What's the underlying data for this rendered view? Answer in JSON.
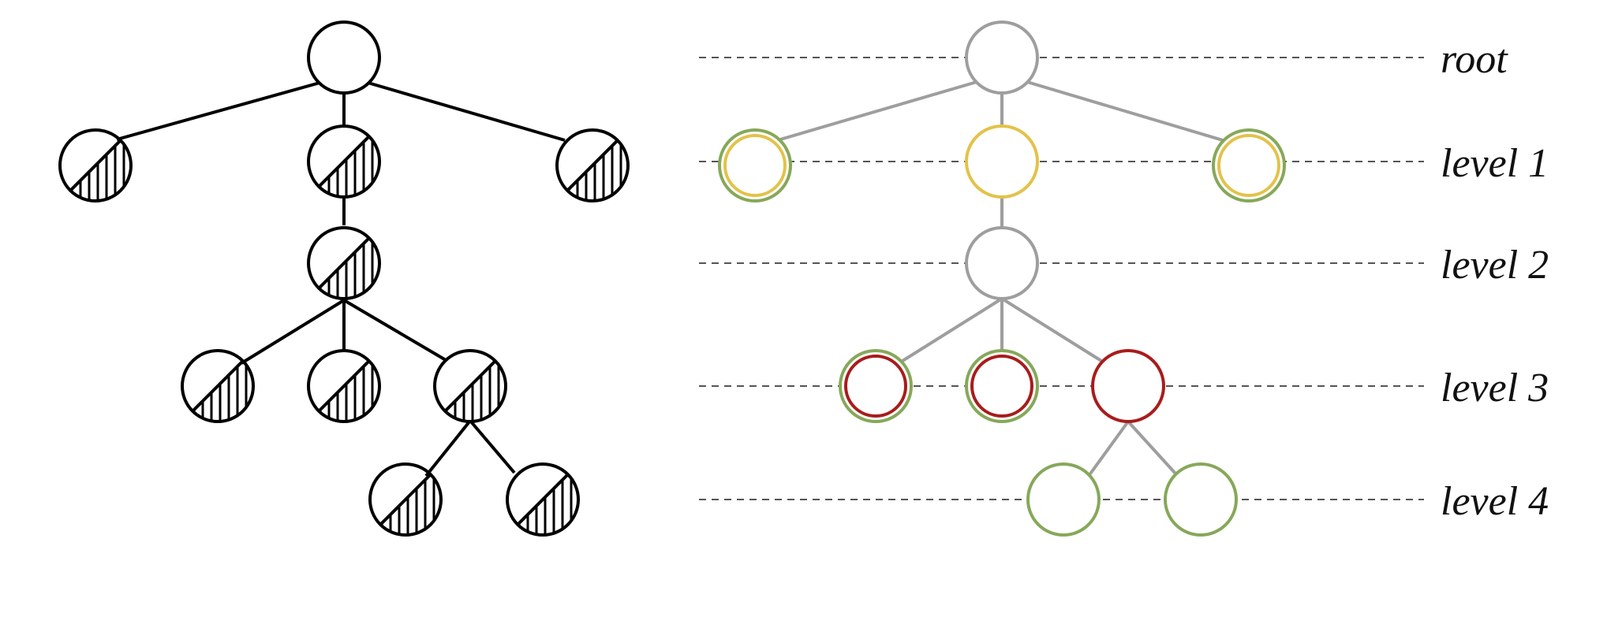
{
  "colors": {
    "left_tree": "#000000",
    "right_tree_edges": "#9e9e9e",
    "dashed_guides": "#555555",
    "yellow_node": "#e3c24a",
    "green_node": "#86a85a",
    "red_node": "#a81c1c",
    "gray_node": "#9e9e9e"
  },
  "level_labels": {
    "root": "root",
    "level1": "level 1",
    "level2": "level 2",
    "level3": "level 3",
    "level4": "level 4"
  }
}
